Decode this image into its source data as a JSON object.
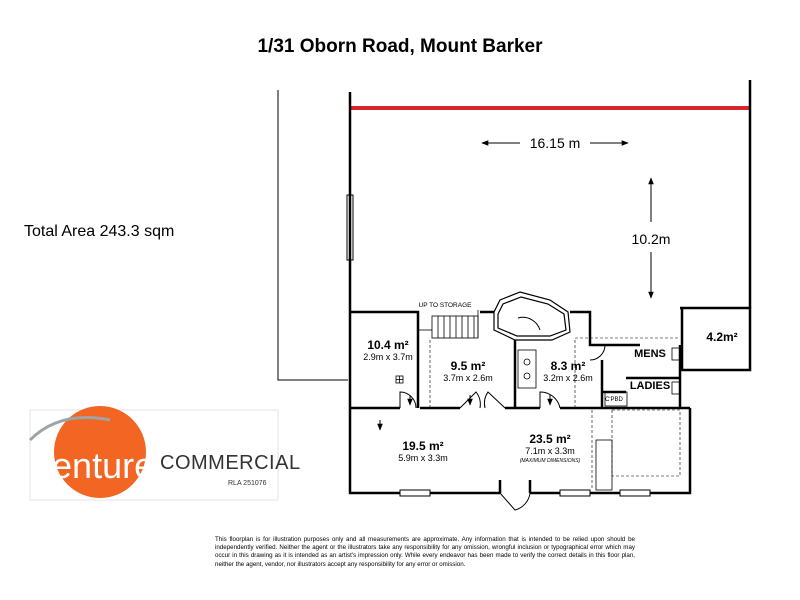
{
  "title": "1/31 Oborn Road, Mount Barker",
  "total_area": "Total Area 243.3 sqm",
  "dimensions": {
    "width": "16.15 m",
    "depth": "10.2m"
  },
  "rooms": [
    {
      "area": "10.4 m²",
      "size": "2.9m x 3.7m"
    },
    {
      "area": "9.5 m²",
      "size": "3.7m x 2.6m"
    },
    {
      "area": "8.3 m²",
      "size": "3.2m x 2.6m"
    },
    {
      "area": "4.2m²"
    },
    {
      "area": "19.5 m²",
      "size": "5.9m x 3.3m"
    },
    {
      "area": "23.5 m²",
      "size": "7.1m x 3.3m",
      "note": "(MAXIMUM DIMENSIONS)"
    }
  ],
  "labels": {
    "storage": "UP TO STORAGE",
    "mens": "MENS",
    "ladies": "LADIES",
    "cpbd": "C'PBD"
  },
  "logo": {
    "word": "Venture",
    "commercial": "COMMERCIAL",
    "license": "RLA 251076",
    "orange": "#f26522",
    "grey": "#9ea3a8"
  },
  "disclaimer": "This floorplan is for illustration purposes only and all measurements are approximate. Any information that is intended to be relied upon should be independently verified. Neither the agent or the illustrators take any responsibility for any omission, wrongful inclusion or typographical error which may occur in this drawing as it is intended as an artist's impression only. While every endeavor has been made to verify the correct details in this floor plan, neither the agent, vendor, nor illustrators accept any responsibility for any error or omission.",
  "colors": {
    "red_boundary": "#d7262b"
  }
}
